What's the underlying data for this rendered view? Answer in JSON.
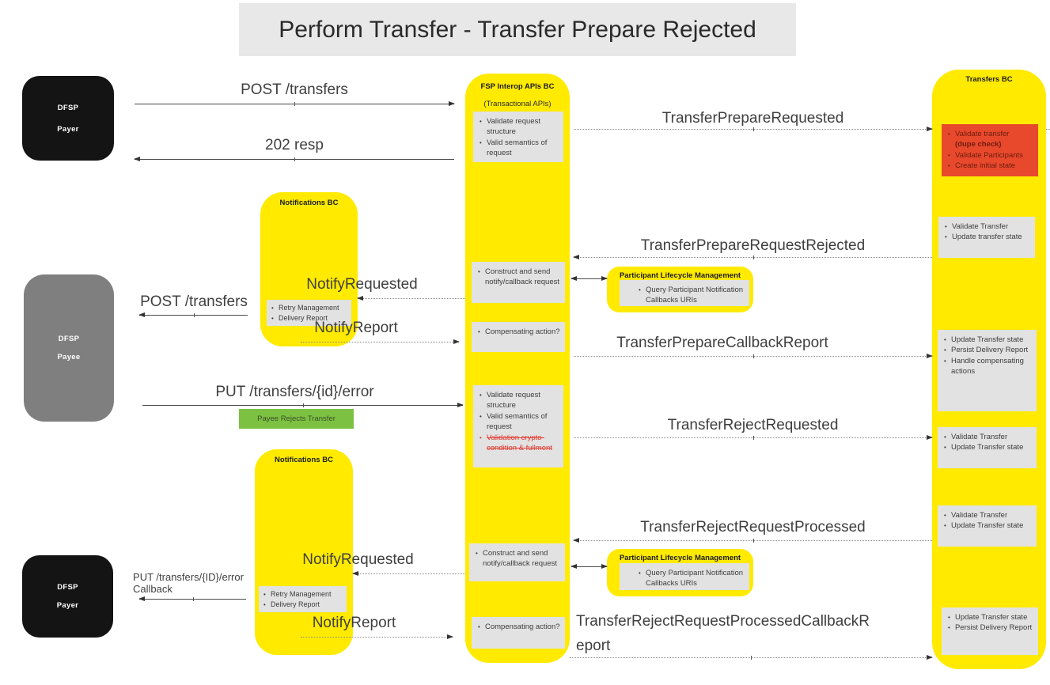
{
  "title": "Perform Transfer - Transfer Prepare Rejected",
  "colors": {
    "column_yellow": "#ffea00",
    "box_gray": "#e2e2e2",
    "alert_red": "#e8492c",
    "note_green": "#7cc142",
    "actor_black": "#141414",
    "actor_gray": "#7f7f7f",
    "title_bg": "#e8e8e8",
    "struck_text_red": "#e03a2f"
  },
  "actors": {
    "payer_top": {
      "line1": "DFSP",
      "line2": "Payer"
    },
    "payee": {
      "line1": "DFSP",
      "line2": "Payee"
    },
    "payer_bottom": {
      "line1": "DFSP",
      "line2": "Payer"
    }
  },
  "fsp": {
    "header": "FSP Interop APIs BC",
    "subheader": "(Transactional APIs)",
    "validate_top": [
      "Validate request structure",
      "Valid semantics of request"
    ],
    "construct_top": [
      "Construct and send notify/callback request"
    ],
    "compensating_top": [
      "Compensating action?"
    ],
    "validate_mid": [
      "Validate request structure",
      "Valid semantics of request"
    ],
    "validate_mid_struck": "Validation crypto-condition & fullment",
    "construct_bottom": [
      "Construct and send notify/callback request"
    ],
    "compensating_bottom": [
      "Compensating action?"
    ]
  },
  "notifications_top": {
    "header": "Notifications BC",
    "items": [
      "Retry Management",
      "Delivery Report"
    ]
  },
  "notifications_bottom": {
    "header": "Notifications BC",
    "items": [
      "Retry Management",
      "Delivery Report"
    ]
  },
  "plm_top": {
    "header": "Participant Lifecycle Management",
    "items": [
      "Query Participant Notification Callbacks URIs"
    ]
  },
  "plm_bottom": {
    "header": "Participant Lifecycle Management",
    "items": [
      "Query Participant Notification Callbacks URIs"
    ]
  },
  "transfers": {
    "header": "Transfers BC",
    "red_box": {
      "item1_line1": "Validate transfer",
      "item1_line2": "(dupe check)",
      "item2": "Validate Participants",
      "item3": "Create initial state"
    },
    "validate_update": [
      "Validate Transfer",
      "Update transfer state"
    ],
    "update_persist_handle": [
      "Update Transfer state",
      "Persist Delivery Report",
      "Handle compensating actions"
    ],
    "validate_update2": [
      "Validate Transfer",
      "Update Transfer state"
    ],
    "validate_update3": [
      "Validate Transfer",
      "Update Transfer state"
    ],
    "update_persist": [
      "Update Transfer state",
      "Persist Delivery Report"
    ]
  },
  "messages": {
    "post_transfers": "POST /transfers",
    "resp_202": "202 resp",
    "transfer_prepare_requested": "TransferPrepareRequested",
    "transfer_prepare_request_rejected": "TransferPrepareRequestRejected",
    "notify_requested_top": "NotifyRequested",
    "notify_report_top": "NotifyReport",
    "post_transfers_payee": "POST /transfers",
    "put_transfers_id_error": "PUT /transfers/{id}/error",
    "payee_rejects_transfer": "Payee Rejects Transfer",
    "transfer_prepare_callback_report": "TransferPrepareCallbackReport",
    "transfer_reject_requested": "TransferRejectRequested",
    "transfer_reject_request_processed": "TransferRejectRequestProcessed",
    "notify_requested_bottom": "NotifyRequested",
    "put_callback_line1": "PUT /transfers/{ID}/error",
    "put_callback_line2": "Callback",
    "notify_report_bottom": "NotifyReport",
    "transfer_reject_request_processed_callback_report": "TransferRejectRequestProcessedCallbackReport"
  }
}
